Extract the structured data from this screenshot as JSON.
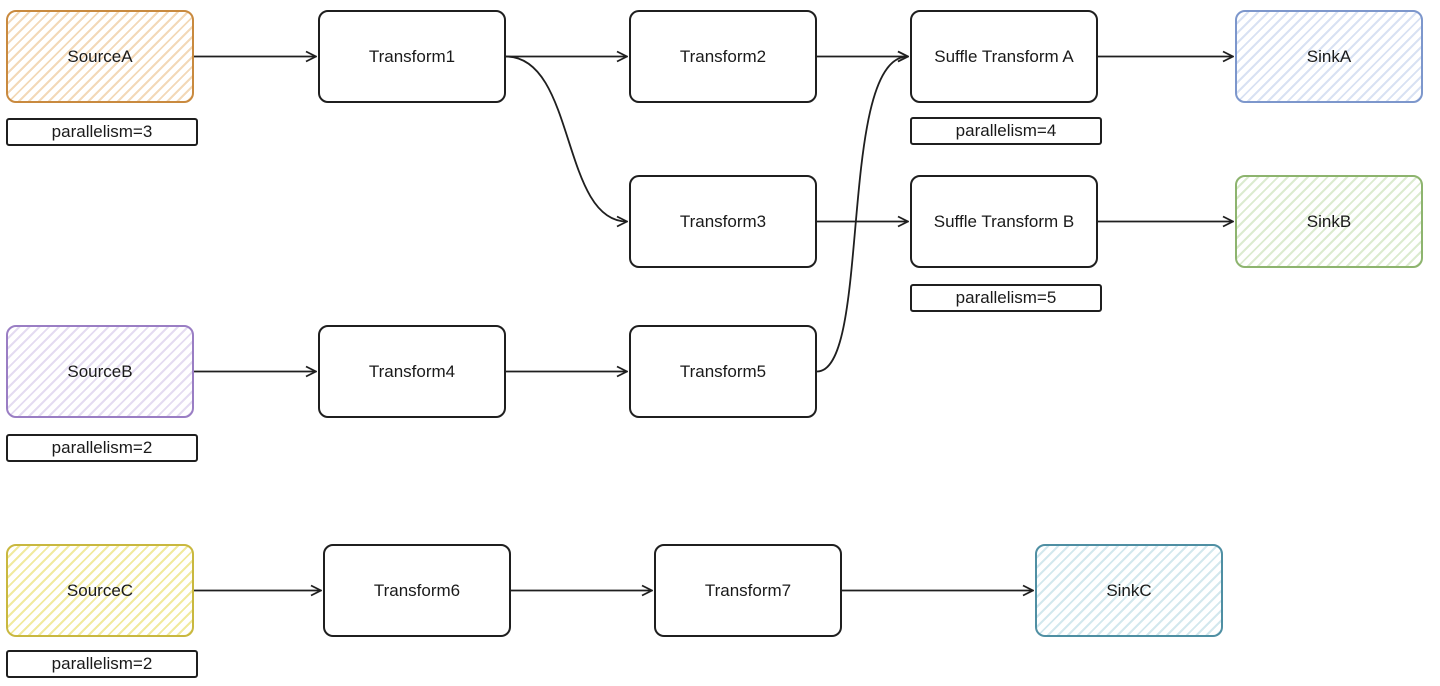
{
  "diagram": {
    "nodes": [
      {
        "id": "sourceA",
        "label": "SourceA",
        "color": "#c98a3f",
        "fill": "#f3d9b8"
      },
      {
        "id": "transform1",
        "label": "Transform1"
      },
      {
        "id": "transform2",
        "label": "Transform2"
      },
      {
        "id": "transform3",
        "label": "Transform3"
      },
      {
        "id": "shuffleA",
        "label": "Suffle Transform A"
      },
      {
        "id": "shuffleB",
        "label": "Suffle Transform B"
      },
      {
        "id": "sinkA",
        "label": "SinkA",
        "color": "#7d97cc",
        "fill": "#d9e2f3"
      },
      {
        "id": "sinkB",
        "label": "SinkB",
        "color": "#8db46e",
        "fill": "#dcebd0"
      },
      {
        "id": "sourceB",
        "label": "SourceB",
        "color": "#9a7ec4",
        "fill": "#e4dcf1"
      },
      {
        "id": "transform4",
        "label": "Transform4"
      },
      {
        "id": "transform5",
        "label": "Transform5"
      },
      {
        "id": "sourceC",
        "label": "SourceC",
        "color": "#c9b83f",
        "fill": "#f1ea9e"
      },
      {
        "id": "transform6",
        "label": "Transform6"
      },
      {
        "id": "transform7",
        "label": "Transform7"
      },
      {
        "id": "sinkC",
        "label": "SinkC",
        "color": "#4f8fa3",
        "fill": "#d3e8ee"
      }
    ],
    "parallelism_labels": [
      {
        "id": "pA",
        "text": "parallelism=3"
      },
      {
        "id": "pShuffleA",
        "text": "parallelism=4"
      },
      {
        "id": "pShuffleB",
        "text": "parallelism=5"
      },
      {
        "id": "pB",
        "text": "parallelism=2"
      },
      {
        "id": "pC",
        "text": "parallelism=2"
      }
    ],
    "edges": [
      {
        "from": "sourceA",
        "to": "transform1"
      },
      {
        "from": "transform1",
        "to": "transform2"
      },
      {
        "from": "transform1",
        "to": "transform3"
      },
      {
        "from": "transform2",
        "to": "shuffleA"
      },
      {
        "from": "transform3",
        "to": "shuffleB"
      },
      {
        "from": "shuffleA",
        "to": "sinkA"
      },
      {
        "from": "shuffleB",
        "to": "sinkB"
      },
      {
        "from": "sourceB",
        "to": "transform4"
      },
      {
        "from": "transform4",
        "to": "transform5"
      },
      {
        "from": "transform5",
        "to": "shuffleA"
      },
      {
        "from": "sourceC",
        "to": "transform6"
      },
      {
        "from": "transform6",
        "to": "transform7"
      },
      {
        "from": "transform7",
        "to": "sinkC"
      }
    ]
  }
}
